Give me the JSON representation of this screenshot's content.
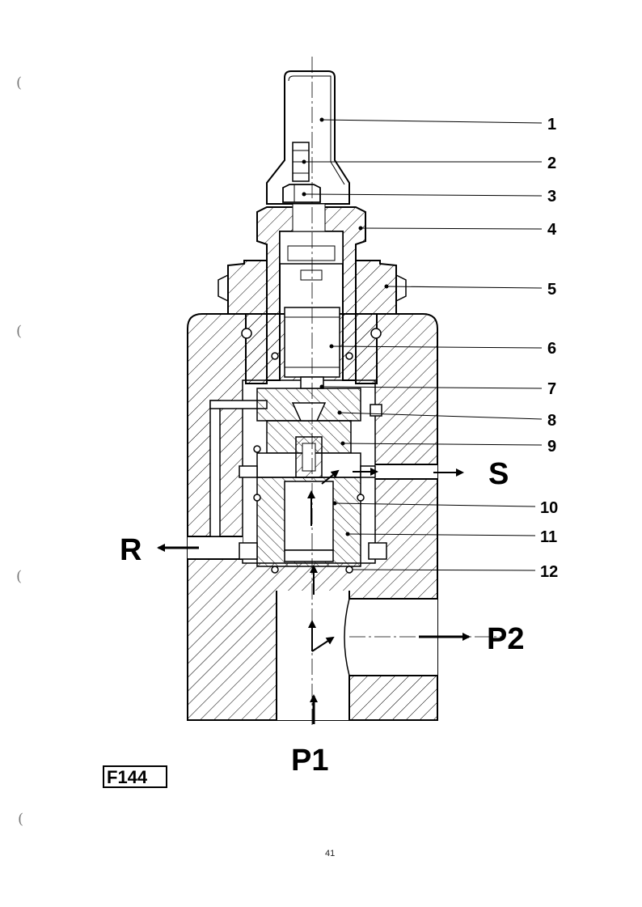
{
  "callouts": [
    "1",
    "2",
    "3",
    "4",
    "5",
    "6",
    "7",
    "8",
    "9",
    "10",
    "11",
    "12"
  ],
  "ports": {
    "r": "R",
    "s": "S",
    "p1": "P1",
    "p2": "P2"
  },
  "figure_label": "F144",
  "page_number": "41",
  "margin_marks": [
    "(",
    "(",
    "(",
    "("
  ],
  "colors": {
    "ink": "#000000",
    "paper": "#ffffff",
    "margin_mark": "#777777"
  }
}
